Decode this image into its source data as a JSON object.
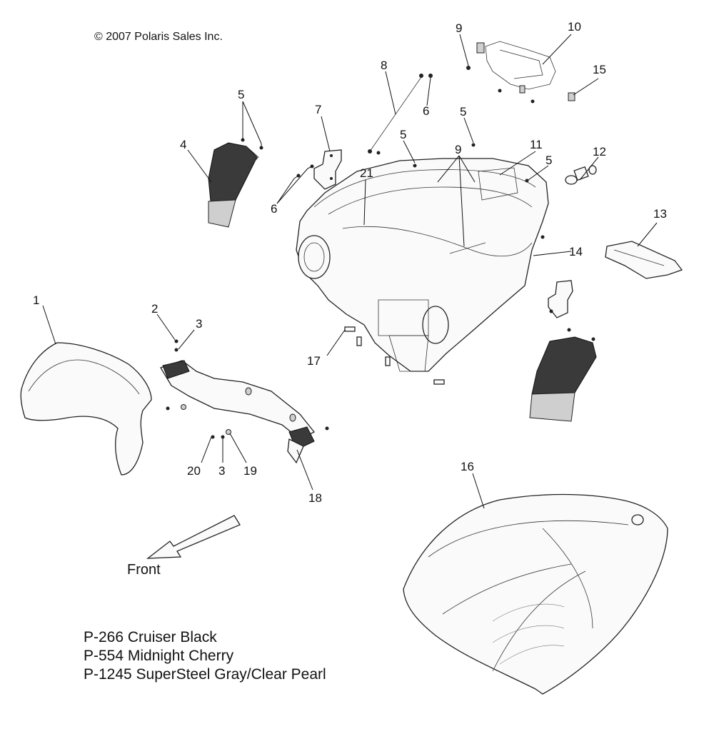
{
  "copyright": "© 2007 Polaris Sales Inc.",
  "direction_label": "Front",
  "color_options": [
    "P-266  Cruiser Black",
    "P-554  Midnight Cherry",
    "P-1245 SuperSteel Gray/Clear Pearl"
  ],
  "callouts": [
    "1",
    "2",
    "3",
    "3",
    "4",
    "5",
    "5",
    "5",
    "5",
    "6",
    "6",
    "7",
    "8",
    "9",
    "9",
    "10",
    "11",
    "12",
    "13",
    "14",
    "15",
    "16",
    "17",
    "18",
    "19",
    "20",
    "21"
  ]
}
